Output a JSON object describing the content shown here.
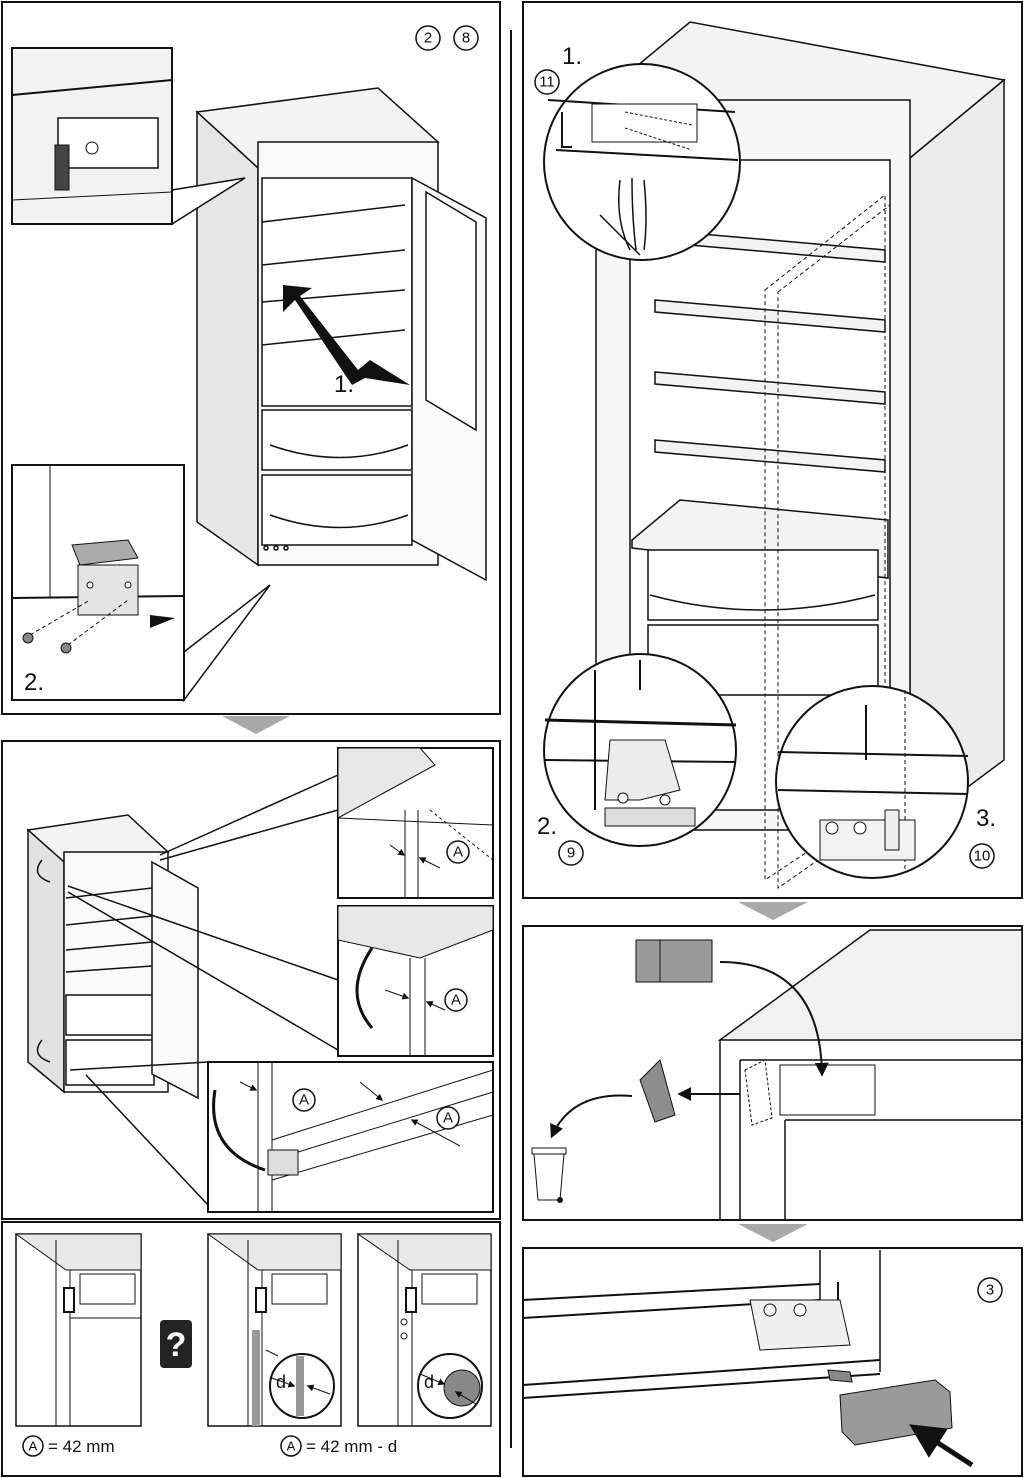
{
  "panel_a": {
    "refs": [
      "2",
      "8"
    ],
    "step_1": "1.",
    "step_2": "2."
  },
  "panel_b": {
    "callout": "A"
  },
  "panel_c": {
    "question": "?",
    "d_label": "d",
    "caption_1_suffix": "= 42 mm",
    "caption_2_suffix": "= 42 mm - d"
  },
  "panel_d": {
    "step_1": "1.",
    "ref_1": "11",
    "step_2": "2.",
    "ref_2": "9",
    "step_3": "3.",
    "ref_3": "10"
  },
  "panel_f": {
    "ref": "3"
  },
  "colors": {
    "ink": "#111111",
    "fill": "#f1f1f1",
    "shade": "#d9d9d9",
    "grey_part": "#8d8d8d",
    "arrow_grey": "#a9a9a9"
  }
}
